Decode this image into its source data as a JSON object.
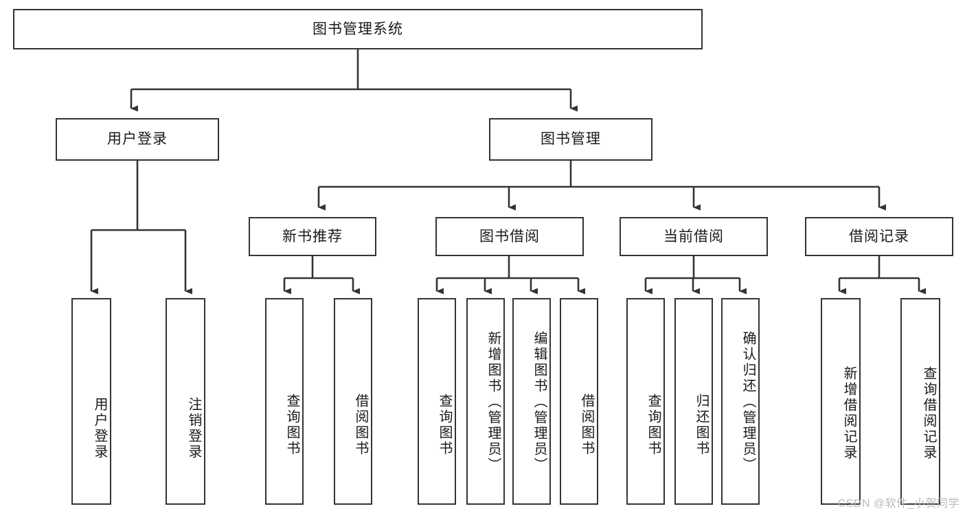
{
  "diagram": {
    "title": "图书管理系统",
    "type": "tree-hierarchy-chart",
    "background_color": "#ffffff",
    "box_border_color": "#333333",
    "connector_color": "#333333",
    "text_color": "#1a1a1a"
  },
  "watermark": {
    "text": "CSDN @软件_小贺同学",
    "color": "#b9b9b9"
  },
  "nodes": {
    "root": {
      "label": "图书管理系统"
    },
    "level1": [
      {
        "label": "用户登录"
      },
      {
        "label": "图书管理"
      }
    ],
    "level2": [
      {
        "label": "新书推荐"
      },
      {
        "label": "图书借阅"
      },
      {
        "label": "当前借阅"
      },
      {
        "label": "借阅记录"
      }
    ],
    "leaves": {
      "user_login": [
        {
          "label": "用户登录"
        },
        {
          "label": "注销登录"
        }
      ],
      "new_book_recommend": [
        {
          "label": "查询图书"
        },
        {
          "label": "借阅图书"
        }
      ],
      "book_borrow": [
        {
          "label": "查询图书"
        },
        {
          "label": "新增图书（管理员）"
        },
        {
          "label": "编辑图书（管理员）"
        },
        {
          "label": "借阅图书"
        }
      ],
      "current_borrow": [
        {
          "label": "查询图书"
        },
        {
          "label": "归还图书"
        },
        {
          "label": "确认归还（管理员）"
        }
      ],
      "borrow_record": [
        {
          "label": "新增借阅记录"
        },
        {
          "label": "查询借阅记录"
        }
      ]
    }
  }
}
